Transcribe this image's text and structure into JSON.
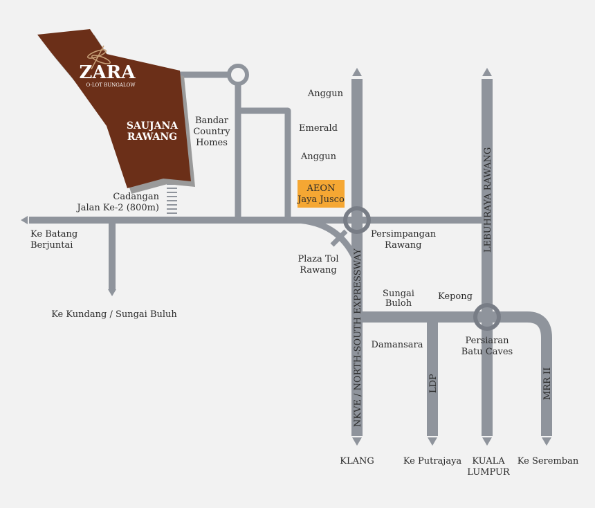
{
  "development": {
    "brand": "ZARA",
    "brand_sub": "O-LOT BUNGALOW",
    "area_line1": "SAUJANA",
    "area_line2": "RAWANG"
  },
  "landmark": {
    "line1": "AEON",
    "line2": "Jaya Jusco",
    "color": "#f5a733"
  },
  "labels": {
    "bandar_line1": "Bandar",
    "bandar_line2": "Country",
    "bandar_line3": "Homes",
    "cadangan_line1": "Cadangan",
    "cadangan_line2": "Jalan Ke-2 (800m)",
    "batang_line1": "Ke Batang",
    "batang_line2": "Berjuntai",
    "kundang": "Ke Kundang / Sungai Buluh",
    "anggun_top": "Anggun",
    "emerald": "Emerald",
    "anggun_bottom": "Anggun",
    "plaza_line1": "Plaza Tol",
    "plaza_line2": "Rawang",
    "persimpangan_line1": "Persimpangan",
    "persimpangan_line2": "Rawang",
    "sungai_line1": "Sungai",
    "sungai_line2": "Buloh",
    "kepong": "Kepong",
    "damansara": "Damansara",
    "persiaran_line1": "Persiaran",
    "persiaran_line2": "Batu Caves",
    "klang": "KLANG",
    "putrajaya": "Ke Putrajaya",
    "kl_line1": "KUALA",
    "kl_line2": "LUMPUR",
    "seremban": "Ke Seremban"
  },
  "roads": {
    "nkve": "NKVE / NORTH-SOUTH EXPRESSWAY",
    "lebuhraya": "LEBUHRAYA RAWANG",
    "ldp": "LDP",
    "mrr2": "MRR II"
  },
  "colors": {
    "road": "#8f949c",
    "road_dark": "#787d86",
    "background": "#f2f2f2",
    "development": "#6b2f18",
    "development_shadow": "#9a9a9a",
    "highlight": "#f5a733"
  }
}
